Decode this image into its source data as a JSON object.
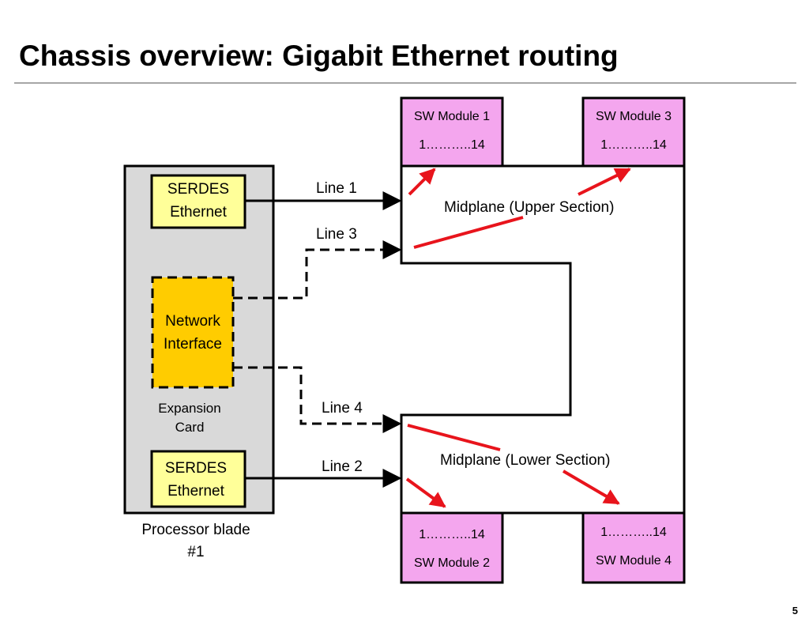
{
  "slide": {
    "title": "Chassis overview: Gigabit Ethernet routing",
    "page_number": "5"
  },
  "blade": {
    "serdes_top": [
      "SERDES",
      "Ethernet"
    ],
    "network_interface": [
      "Network",
      "Interface"
    ],
    "expansion_card": [
      "Expansion",
      "Card"
    ],
    "serdes_bottom": [
      "SERDES",
      "Ethernet"
    ],
    "caption": [
      "Processor blade",
      "#1"
    ]
  },
  "lines": {
    "line1": "Line 1",
    "line3": "Line 3",
    "line4": "Line 4",
    "line2": "Line 2"
  },
  "midplane": {
    "upper": "Midplane (Upper Section)",
    "lower": "Midplane (Lower Section)"
  },
  "modules": {
    "m1": {
      "name": "SW Module 1",
      "ports": "1………..14"
    },
    "m3": {
      "name": "SW Module 3",
      "ports": "1………..14"
    },
    "m2": {
      "name": "SW Module 2",
      "ports": "1………..14"
    },
    "m4": {
      "name": "SW Module 4",
      "ports": "1………..14"
    }
  },
  "colors": {
    "blade_fill": "#d9d9d9",
    "serdes_fill": "#ffff99",
    "nic_fill": "#ffcc00",
    "module_fill": "#f4a6ee",
    "arrow_red": "#e8141c"
  }
}
